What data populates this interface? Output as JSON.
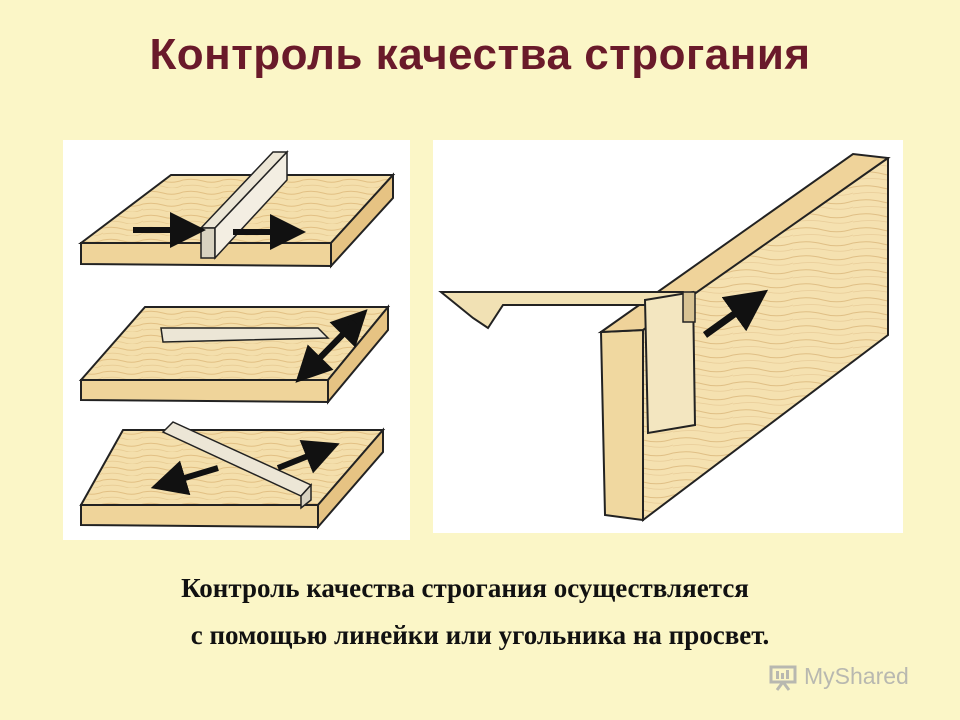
{
  "slide": {
    "title": "Контроль качества строгания",
    "caption_line1": "Контроль качества строгания осуществляется",
    "caption_line2": "с помощью линейки или угольника на просвет."
  },
  "watermark": {
    "text": "MyShared",
    "icon": "presentation-board-icon"
  },
  "colors": {
    "background": "#fbf6c7",
    "title": "#6a1a2a",
    "wood": "#f2dca8",
    "wood_edge": "#d9b77a",
    "ruler": "#e6e0d0"
  }
}
